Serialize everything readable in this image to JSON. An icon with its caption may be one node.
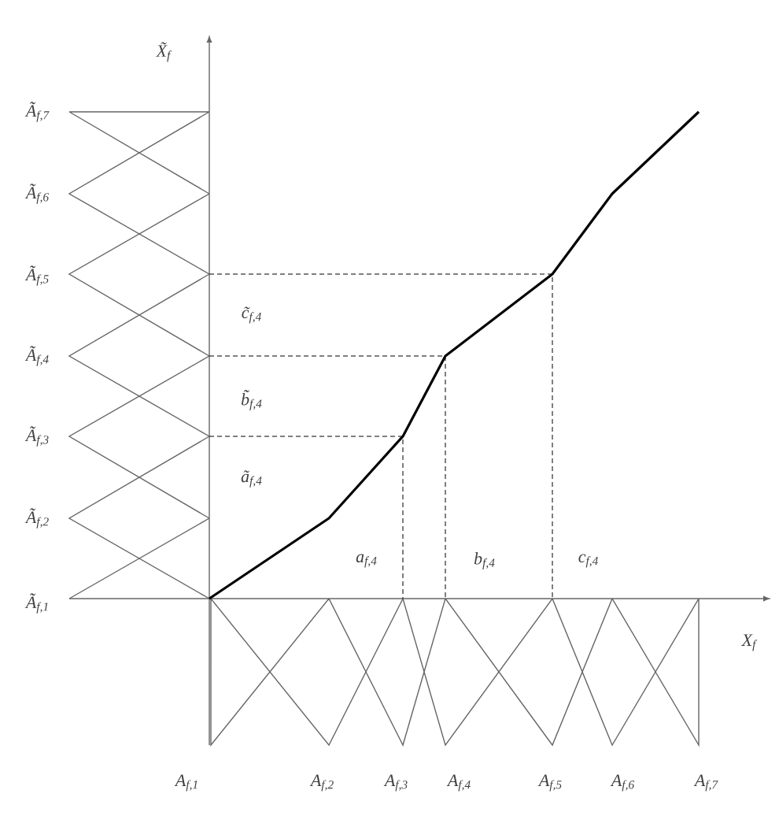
{
  "diagram": {
    "labels": [
      "X̃$_{f}$",
      "Ã$_{f,7}$",
      "Ã$_{f,6}$",
      "Ã$_{f,5}$",
      "c̃$_{f,4}$",
      "Ã$_{f,4}$",
      "b̃$_{f,4}$",
      "Ã$_{f,3}$",
      "ã$_{f,4}$",
      "Ã$_{f,2}$",
      "a$_{f,4}$",
      "b$_{f,4}$",
      "c$_{f,4}$",
      "Ã$_{f,1}$",
      "X$_{f}$",
      "A$_{f,1}$",
      "A$_{f,2}$",
      "A$_{f,3}$",
      "A$_{f,4}$",
      "A$_{f,5}$",
      "A$_{f,6}$",
      "A$_{f,7}$"
    ]
  }
}
